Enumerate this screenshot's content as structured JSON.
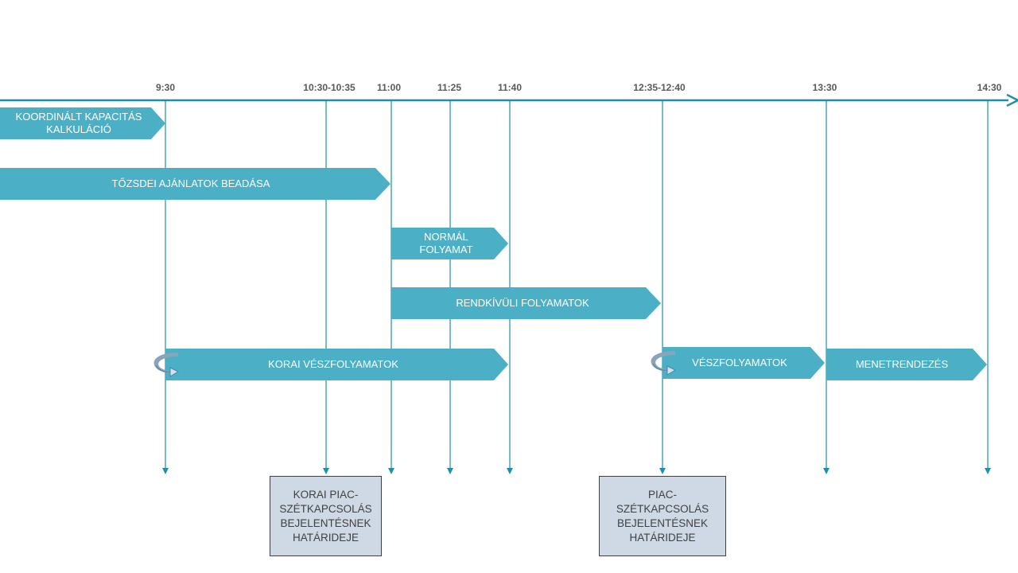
{
  "colors": {
    "accent": "#4bafc5",
    "axis": "#1e8fa8",
    "note_bg": "#cfd9e6",
    "icon": "#8aa4b8"
  },
  "ticks": [
    "9:30",
    "10:30-10:35",
    "11:00",
    "11:25",
    "11:40",
    "12:35-12:40",
    "13:30",
    "14:30"
  ],
  "processes": {
    "koordinalt": "KOORDINÁLT  KAPACITÁS\nKALKULÁCIÓ",
    "tozsdei": "TŐZSDEI  AJÁNLATOK BEADÁSA",
    "normal": "NORMÁL\nFOLYAMAT",
    "rendkivuli": "RENDKÍVÜLI  FOLYAMATOK",
    "korai_vesz": "KORAI  VÉSZFOLYAMATOK",
    "vesz": "VÉSZFOLYAMATOK",
    "menetrend": "MENETRENDEZÉS"
  },
  "notes": {
    "korai_hatarido": "KORAI PIAC-\nSZÉTKAPCSOLÁS\nBEJELENTÉSNEK\nHATÁRIDEJE",
    "hatarido": "PIAC-\nSZÉTKAPCSOLÁS\nBEJELENTÉSNEK\nHATÁRIDEJE"
  }
}
